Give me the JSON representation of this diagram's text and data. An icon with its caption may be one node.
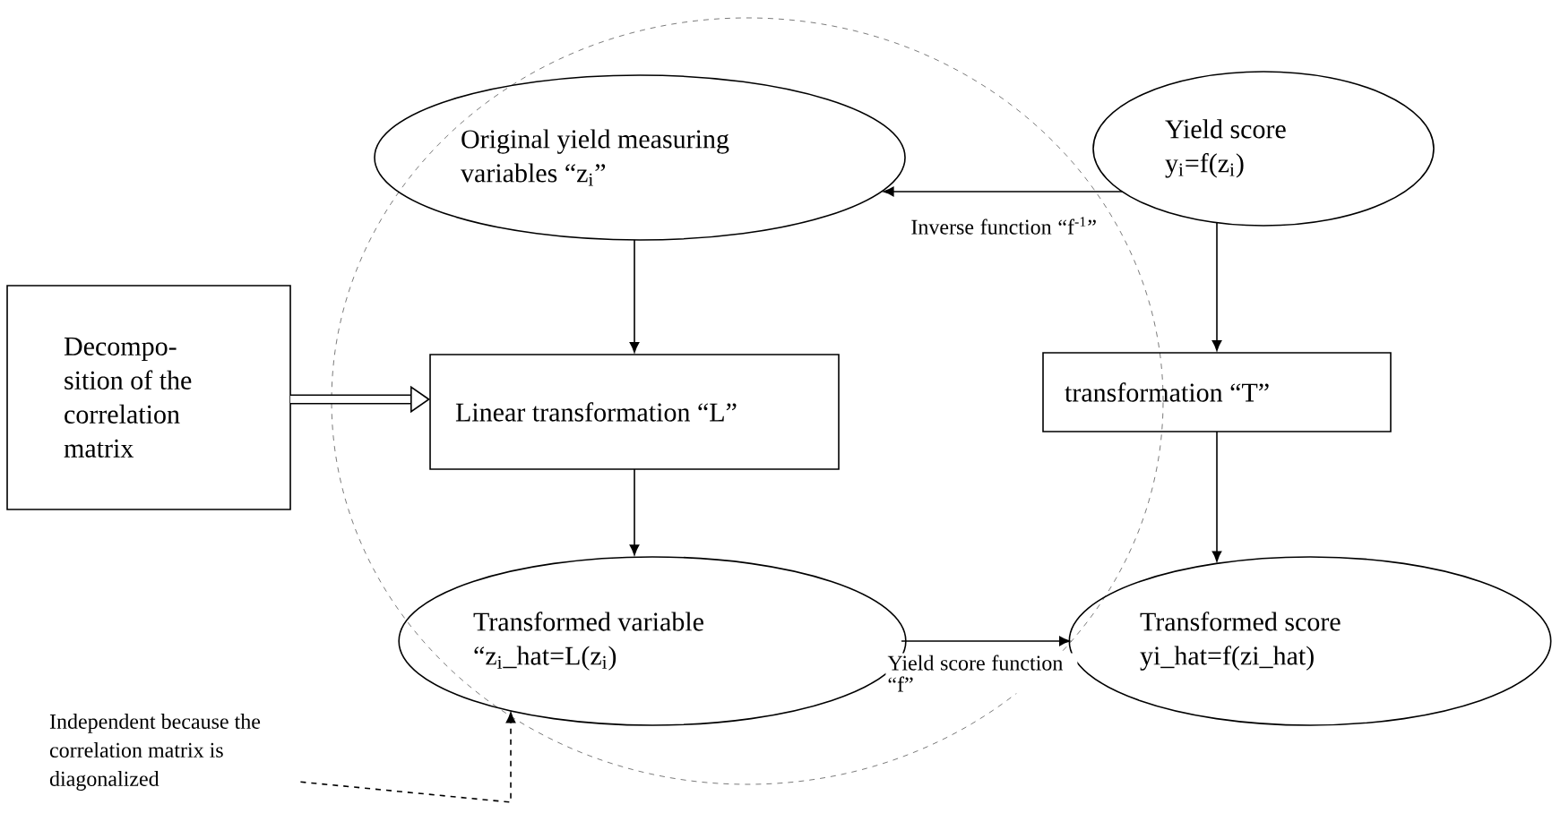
{
  "diagram": {
    "nodes": [
      {
        "text": [],
        "shape": "ellipse"
      },
      {
        "text": [
          "Original yield measuring variables “z$_{i}$”"
        ],
        "in": 0
      },
      {
        "text": [
          "Yield score y$_{i}$=f(z$_{i}$)"
        ]
      },
      {
        "text": [
          "Decompo- sition of the correlation matrix"
        ]
      },
      {
        "text": [
          "Linear transformation “L”"
        ],
        "in": 0
      },
      {
        "text": [
          "transformation “T”"
        ]
      },
      {
        "text": [
          "Transformed variable “z$_{i}$_hat=L(z$_{i}$)"
        ],
        "in": 0
      },
      {
        "text": [
          "Transformed score yi_hat=f(zi_hat)"
        ]
      },
      {
        "text": [
          "Independent because the correlation matrix is diagonalized"
        ]
      }
    ],
    "edges": [
      {
        "from": 2,
        "to": 1,
        "arrow": "to",
        "label": "Inverse function “f$^{-1}$”"
      },
      {
        "from": 1,
        "to": 4,
        "arrow": "to"
      },
      {
        "from": 3,
        "to": 4,
        "arrow": "to",
        "style": "thick"
      },
      {
        "from": 4,
        "to": 6,
        "arrow": "to"
      },
      {
        "from": 2,
        "to": 5,
        "arrow": "to"
      },
      {
        "from": 5,
        "to": 7,
        "arrow": "to"
      },
      {
        "from": 6,
        "to": 7,
        "arrow": "to",
        "label": "Yield score function “f”"
      },
      {
        "from": 8,
        "to": 6,
        "arrow": "to",
        "style": "dashed"
      }
    ]
  }
}
